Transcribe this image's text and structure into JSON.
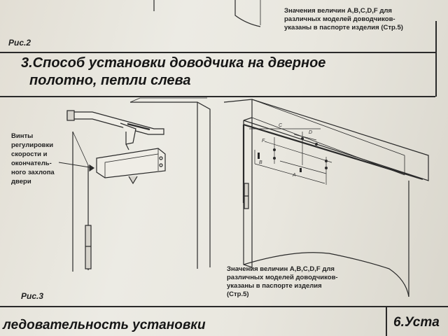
{
  "top_note": {
    "lines": [
      "Значения величин A,B,C,D,F для",
      "различных моделей доводчиков-",
      "указаны в паспорте изделия (Стр.5)"
    ]
  },
  "fig2_caption": "Рис.2",
  "section3": {
    "lines": [
      "3.Способ установки доводчика на дверное",
      "полотно, петли слева"
    ]
  },
  "left_note": {
    "lines": [
      "Винты",
      "регулировки",
      "скорости и",
      "окончатель-",
      "ного захлопа",
      "двери"
    ]
  },
  "dimension_labels": {
    "c": "C",
    "d": "D",
    "f": "F",
    "b": "B",
    "a": "A"
  },
  "bottom_note": {
    "lines": [
      "Значения величин A,B,C,D,F для",
      "различных моделей доводчиков-",
      "указаны в паспорте изделия",
      "(Стр.5)"
    ]
  },
  "fig3_caption": "Рис.3",
  "bottom_heading_left": "ледовательность установки",
  "bottom_heading_right": "6.Уста"
}
